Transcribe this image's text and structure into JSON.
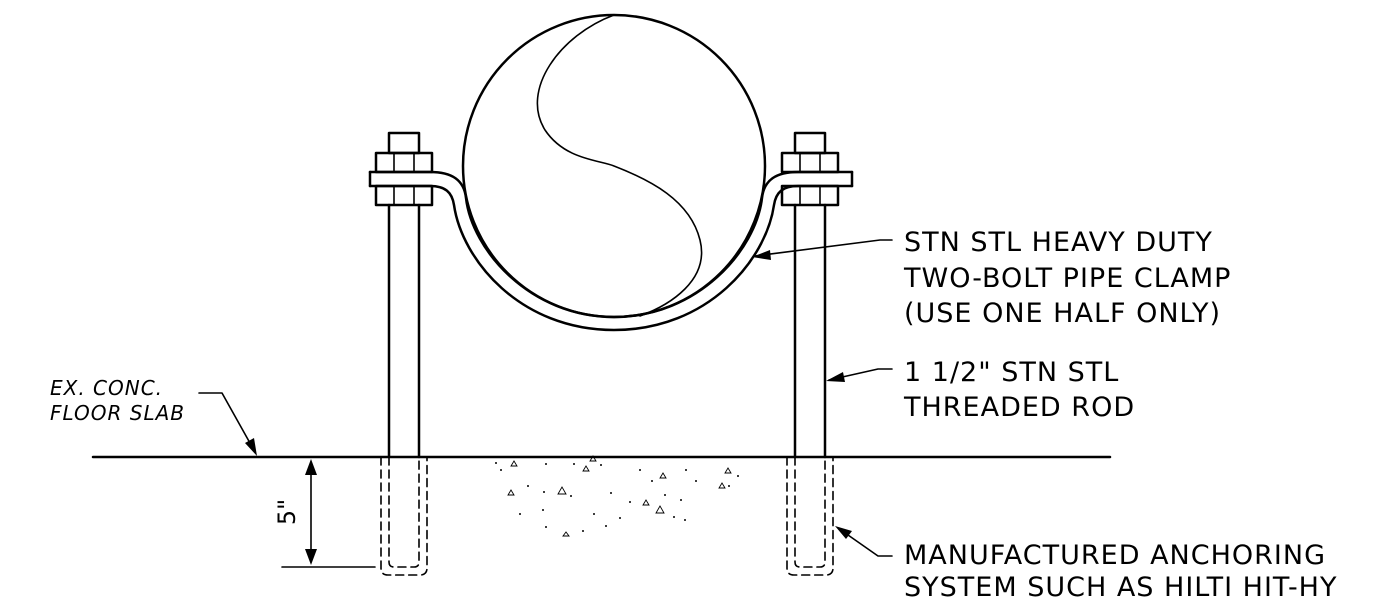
{
  "labels": {
    "clamp_line1": "STN STL HEAVY DUTY",
    "clamp_line2": "TWO-BOLT PIPE CLAMP",
    "clamp_line3": "(USE ONE HALF ONLY)",
    "rod_line1": "1 1/2\" STN STL",
    "rod_line2": "THREADED ROD",
    "slab_line1": "EX. CONC.",
    "slab_line2": "FLOOR SLAB",
    "anchor_line1": "MANUFACTURED ANCHORING",
    "anchor_line2": "SYSTEM SUCH AS HILTI HIT-HY",
    "embed_depth": "5\""
  }
}
